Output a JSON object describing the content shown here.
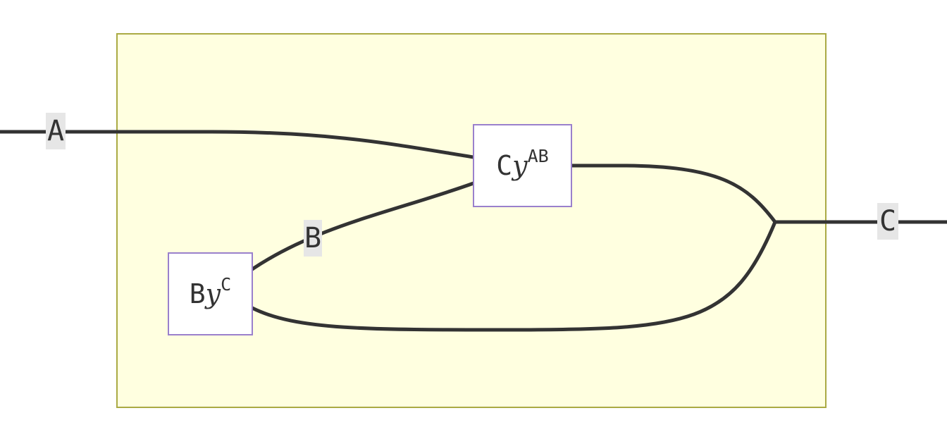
{
  "region": {
    "fill": "#ffffe0",
    "stroke": "#aaaa44"
  },
  "colors": {
    "wire": "#333333",
    "box_border": "#9a80cc",
    "label_bg": "#e6e6e6"
  },
  "boxes": {
    "cy": {
      "base": "C",
      "var": "y",
      "exp": "AB"
    },
    "by": {
      "base": "B",
      "var": "y",
      "exp": "C"
    }
  },
  "wire_labels": {
    "a": "A",
    "b": "B",
    "c": "C"
  }
}
